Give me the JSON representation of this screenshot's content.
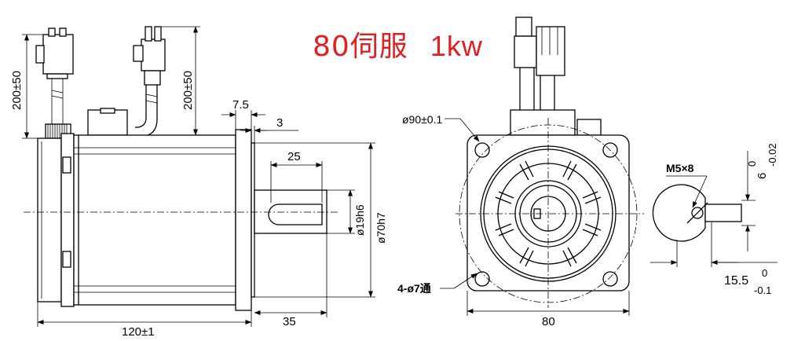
{
  "title": {
    "size_label": "80伺服",
    "power_label": "1kw"
  },
  "side_view": {
    "cable_length_left": "200±50",
    "cable_length_right": "200±50",
    "flange_thickness": "7.5",
    "spigot_depth": "3",
    "key_length": "25",
    "shaft_diameter": "ø19h6",
    "spigot_diameter": "ø70h7",
    "body_length": "120±1",
    "shaft_length": "35"
  },
  "front_view": {
    "bolt_circle": "ø90±0.1",
    "mount_holes": "4-ø7通",
    "flange_width": "80"
  },
  "shaft_section": {
    "tap": "M5×8",
    "key_width_nominal": "6",
    "key_width_upper": "0",
    "key_width_lower": "-0.02",
    "key_height_nominal": "15.5",
    "key_height_upper": "0",
    "key_height_lower": "-0.1"
  }
}
